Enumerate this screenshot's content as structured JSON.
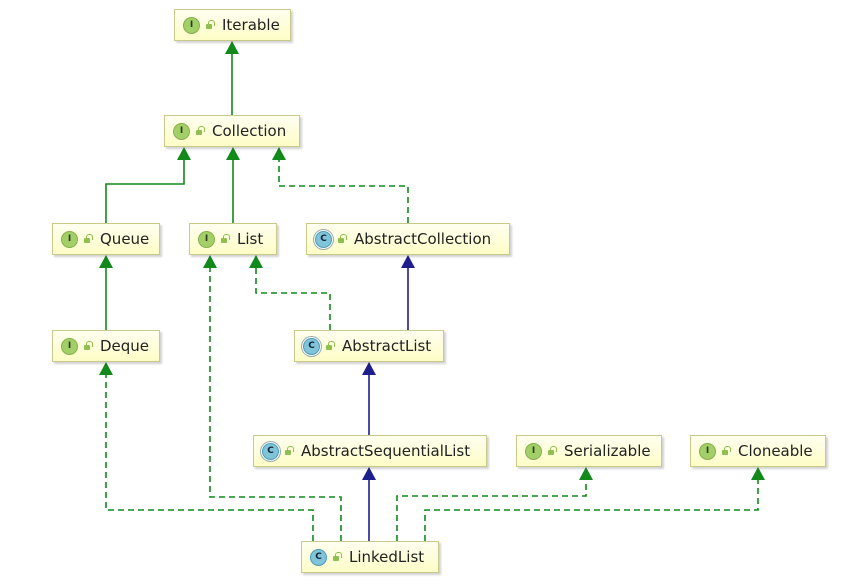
{
  "colors": {
    "extends_interface": "#12891b",
    "implements": "#12891b",
    "extends_class": "#1e1e8c",
    "node_fill": "#fdfdc7",
    "node_border": "#c9c98a"
  },
  "nodes": [
    {
      "id": "Iterable",
      "label": "Iterable",
      "kind": "interface",
      "badge": "I",
      "visibility_icon": "unlock-icon"
    },
    {
      "id": "Collection",
      "label": "Collection",
      "kind": "interface",
      "badge": "I",
      "visibility_icon": "unlock-icon"
    },
    {
      "id": "Queue",
      "label": "Queue",
      "kind": "interface",
      "badge": "I",
      "visibility_icon": "unlock-icon"
    },
    {
      "id": "List",
      "label": "List",
      "kind": "interface",
      "badge": "I",
      "visibility_icon": "unlock-icon"
    },
    {
      "id": "AbstractCollection",
      "label": "AbstractCollection",
      "kind": "abstract-class",
      "badge": "C",
      "visibility_icon": "unlock-icon"
    },
    {
      "id": "Deque",
      "label": "Deque",
      "kind": "interface",
      "badge": "I",
      "visibility_icon": "unlock-icon"
    },
    {
      "id": "AbstractList",
      "label": "AbstractList",
      "kind": "abstract-class",
      "badge": "C",
      "visibility_icon": "unlock-icon"
    },
    {
      "id": "AbstractSequentialList",
      "label": "AbstractSequentialList",
      "kind": "abstract-class",
      "badge": "C",
      "visibility_icon": "unlock-icon"
    },
    {
      "id": "Serializable",
      "label": "Serializable",
      "kind": "interface",
      "badge": "I",
      "visibility_icon": "unlock-icon"
    },
    {
      "id": "Cloneable",
      "label": "Cloneable",
      "kind": "interface",
      "badge": "I",
      "visibility_icon": "unlock-icon"
    },
    {
      "id": "LinkedList",
      "label": "LinkedList",
      "kind": "class",
      "badge": "C",
      "visibility_icon": "unlock-icon"
    }
  ],
  "edges": [
    {
      "from": "Collection",
      "to": "Iterable",
      "type": "extends-interface"
    },
    {
      "from": "Queue",
      "to": "Collection",
      "type": "extends-interface"
    },
    {
      "from": "List",
      "to": "Collection",
      "type": "extends-interface"
    },
    {
      "from": "AbstractCollection",
      "to": "Collection",
      "type": "implements"
    },
    {
      "from": "Deque",
      "to": "Queue",
      "type": "extends-interface"
    },
    {
      "from": "AbstractList",
      "to": "List",
      "type": "implements"
    },
    {
      "from": "AbstractList",
      "to": "AbstractCollection",
      "type": "extends-class"
    },
    {
      "from": "AbstractSequentialList",
      "to": "AbstractList",
      "type": "extends-class"
    },
    {
      "from": "LinkedList",
      "to": "AbstractSequentialList",
      "type": "extends-class"
    },
    {
      "from": "LinkedList",
      "to": "Deque",
      "type": "implements"
    },
    {
      "from": "LinkedList",
      "to": "List",
      "type": "implements"
    },
    {
      "from": "LinkedList",
      "to": "Serializable",
      "type": "implements"
    },
    {
      "from": "LinkedList",
      "to": "Cloneable",
      "type": "implements"
    }
  ]
}
